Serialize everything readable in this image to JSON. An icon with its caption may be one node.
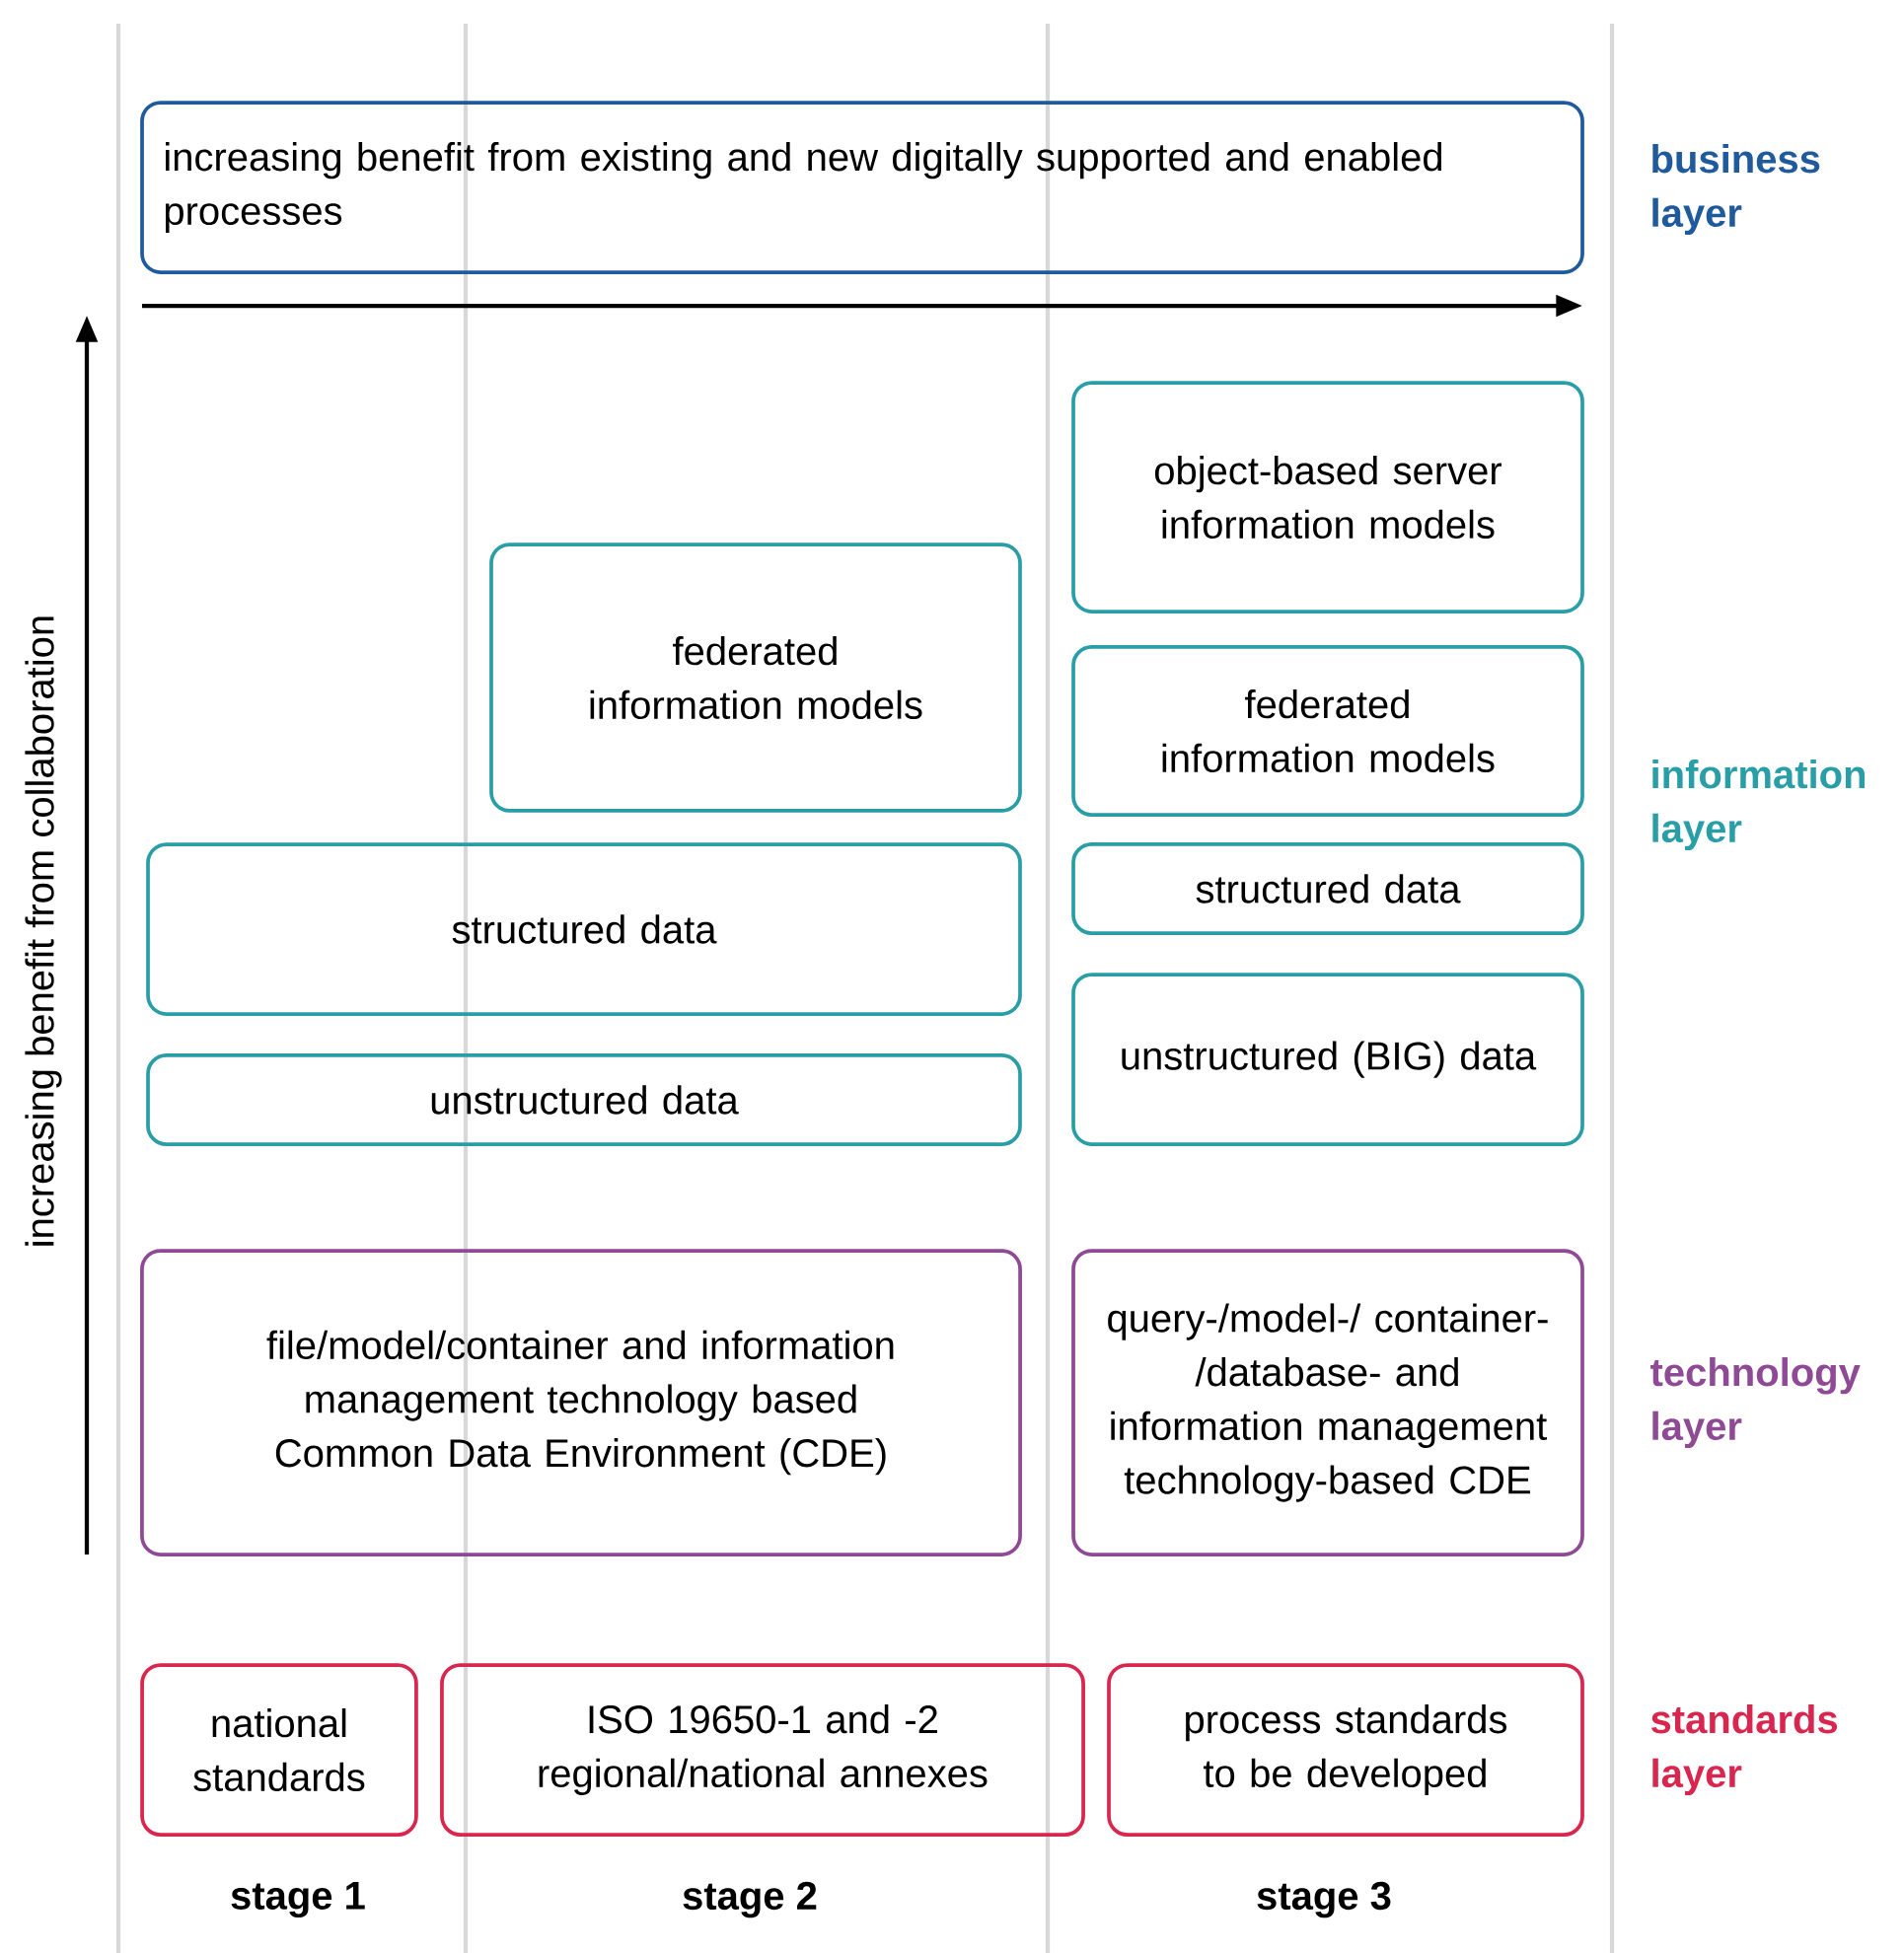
{
  "diagram": {
    "nodes": [
      {
        "text": [
          "increasing benefit from existing and new digitally supported and enabled processes"
        ]
      },
      {
        "text": [
          "object-based server information models"
        ]
      },
      {
        "text": [
          "federated information models"
        ]
      },
      {
        "text": [
          "federated information models"
        ]
      },
      {
        "text": [
          "structured data"
        ]
      },
      {
        "text": [
          "structured data"
        ]
      },
      {
        "text": [
          "unstructured (BIG) data"
        ]
      },
      {
        "text": [
          "unstructured data"
        ]
      },
      {
        "text": [
          "file/model/container and information management technology based Common Data Environment (CDE)"
        ]
      },
      {
        "text": [
          "query-/model-/ container-/database- and information management technology-based CDE"
        ]
      },
      {
        "text": [
          "national standards"
        ]
      },
      {
        "text": [
          "ISO 19650-1 and -2 regional/national annexes"
        ]
      },
      {
        "text": [
          "process standards to be developed"
        ]
      }
    ],
    "edges": [],
    "labels": [
      "business layer",
      "increasing benefit from collaboration",
      "information layer",
      "technology layer",
      "standards layer",
      "stage 1",
      "stage 2",
      "stage 3"
    ]
  }
}
